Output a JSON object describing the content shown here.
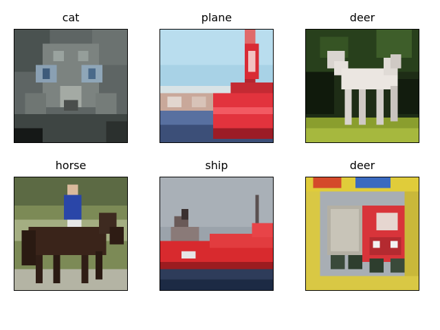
{
  "figure": {
    "panels": [
      {
        "label": "cat"
      },
      {
        "label": "plane"
      },
      {
        "label": "deer"
      },
      {
        "label": "horse"
      },
      {
        "label": "ship"
      },
      {
        "label": "deer"
      }
    ]
  }
}
